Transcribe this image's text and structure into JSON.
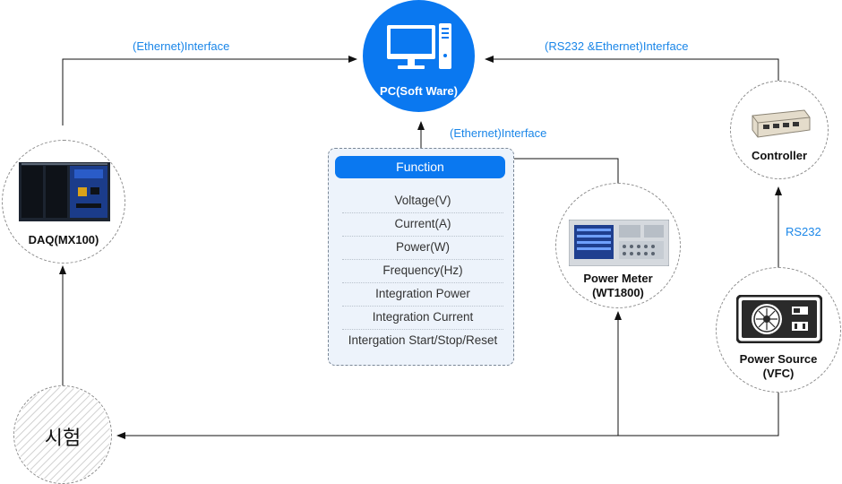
{
  "pc": {
    "label": "PC(Soft Ware)",
    "icon": "desktop-computer-icon",
    "color": "#0a78f0"
  },
  "edges": {
    "daq_to_pc": "(Ethernet)Interface",
    "controller_to_pc": "(RS232 &Ethernet)Interface",
    "power_meter_to_pc": "(Ethernet)Interface",
    "power_source_to_controller": "RS232"
  },
  "function_box": {
    "title": "Function",
    "items": [
      "Voltage(V)",
      "Current(A)",
      "Power(W)",
      "Frequency(Hz)",
      "Integration Power",
      "Integration Current",
      "Intergation Start/Stop/Reset"
    ]
  },
  "nodes": {
    "daq": {
      "label": "DAQ(MX100)"
    },
    "controller": {
      "label": "Controller"
    },
    "power_meter": {
      "label_line1": "Power Meter",
      "label_line2": "(WT1800)"
    },
    "power_source": {
      "label_line1": "Power Source",
      "label_line2": "(VFC)"
    },
    "test": {
      "label": "시험"
    }
  },
  "colors": {
    "accent": "#0a78f0",
    "edge_label": "#1a86e8",
    "line": "#111111"
  }
}
